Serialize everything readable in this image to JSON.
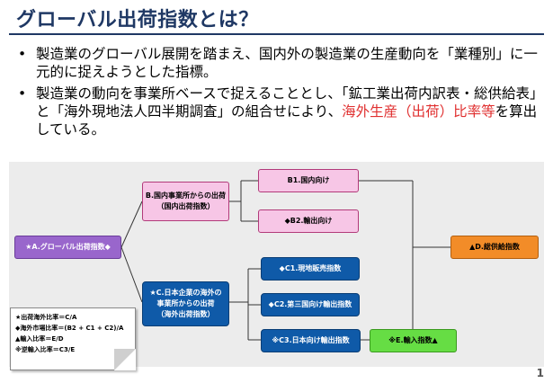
{
  "title": "グローバル出荷指数とは？",
  "bullets": [
    {
      "text": "製造業のグローバル展開を踏まえ、国内外の製造業の生産動向を「業種別」に一元的に捉えようとした指標。"
    },
    {
      "text_before": "製造業の動向を事業所ベースで捉えることとし、「鉱工業出荷内訳表・総供給表」と「海外現地法人四半期調査」の組合せにより、",
      "text_highlight": "海外生産（出荷）比率等",
      "text_after": "を算出している。"
    }
  ],
  "diagram": {
    "nodes": {
      "a": {
        "label": "★A.グローバル出荷指数◆"
      },
      "b": {
        "line1": "B.国内事業所からの出荷",
        "line2": "（国内出荷指数）"
      },
      "b1": {
        "label": "B1.国内向け"
      },
      "b2": {
        "label": "◆B2.輸出向け"
      },
      "c": {
        "line1": "★C.日本企業の海外の",
        "line2": "事業所からの出荷",
        "line3": "（海外出荷指数）"
      },
      "c1": {
        "label": "◆C1.現地販売指数"
      },
      "c2": {
        "label": "◆C2.第三国向け輸出指数"
      },
      "c3": {
        "label": "※C3.日本向け輸出指数"
      },
      "d": {
        "label": "▲D.総供給指数"
      },
      "e": {
        "label": "※E.輸入指数▲"
      }
    },
    "formulas": [
      "★出荷海外比率＝C/A",
      "◆海外市場比率＝(B2 + C1 + C2)/A",
      "▲輸入比率＝E/D",
      "※逆輸入比率＝C3/E"
    ]
  },
  "page_number": "1",
  "colors": {
    "title": "#1f3864",
    "highlight": "#e03030",
    "purple": "#9966cc",
    "pink": "#f7c6e6",
    "blue": "#0f5aa8",
    "orange": "#f28c28",
    "green": "#66dd44"
  }
}
